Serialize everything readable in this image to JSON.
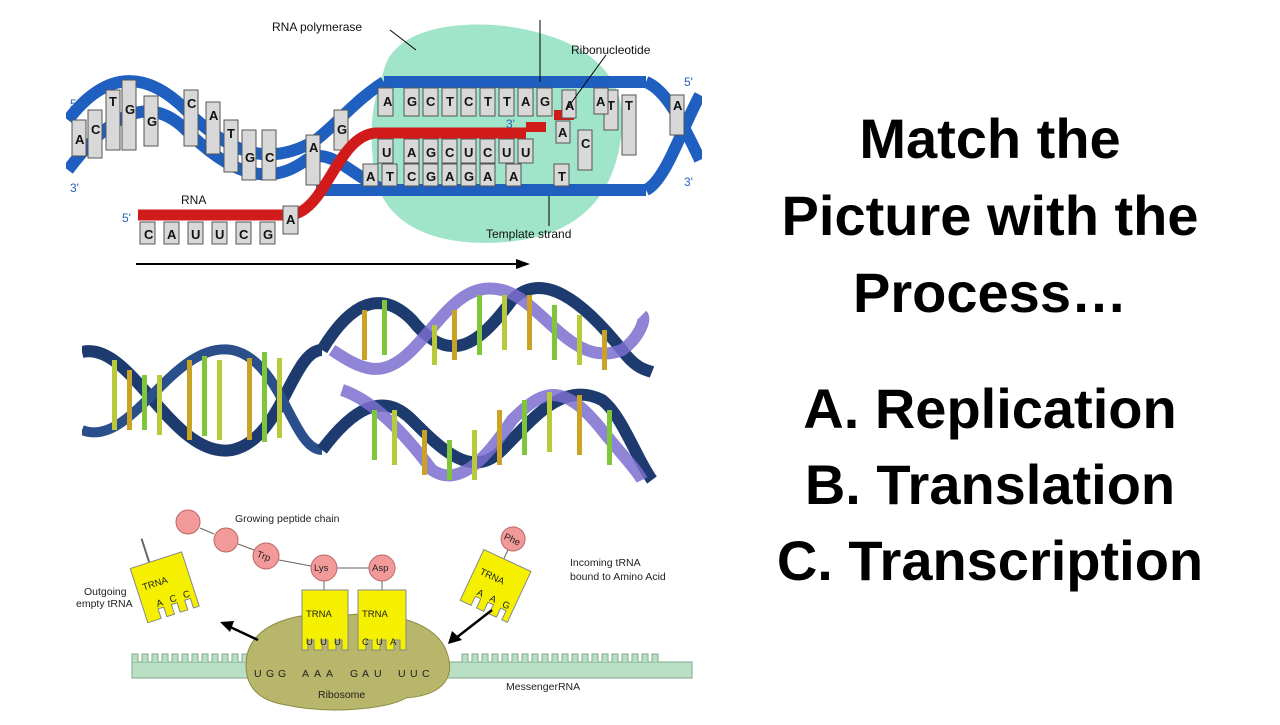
{
  "title_lines": [
    "Match the",
    "Picture with the",
    "Process…"
  ],
  "options": [
    "A. Replication",
    "B. Translation",
    "C. Transcription"
  ],
  "transcription": {
    "labels": {
      "rna_polymerase": "RNA polymerase",
      "ribonucleotide": "Ribonucleotide",
      "rna": "RNA",
      "template_strand": "Template strand",
      "five_prime_top_left": "5'",
      "three_prime_left": "3'",
      "five_prime_rna": "5'",
      "three_prime_rna": "3'",
      "five_prime_right": "5'",
      "three_prime_right": "3'"
    },
    "top_strand_bases": [
      "A",
      "G",
      "C",
      "T",
      "C",
      "T",
      "T",
      "A",
      "G"
    ],
    "rna_inside_bases": [
      "U",
      "A",
      "G",
      "C",
      "U",
      "C",
      "U",
      "U"
    ],
    "template_bases": [
      "A",
      "T",
      "C",
      "G",
      "A",
      "G",
      "A",
      "A",
      "T"
    ],
    "rna_tail_bases": [
      "C",
      "A",
      "U",
      "U",
      "C",
      "G",
      "A"
    ],
    "left_helix_bases": [
      "A",
      "C",
      "T",
      "G",
      "G",
      "C",
      "A",
      "T",
      "G",
      "C",
      "A",
      "G"
    ],
    "right_helix_bases": [
      "A",
      "C",
      "T",
      "T",
      "A"
    ],
    "ribonucleotide_bases": [
      "A",
      "A"
    ]
  },
  "translation": {
    "labels": {
      "growing_peptide_chain": "Growing peptide chain",
      "incoming_trna": "Incoming tRNA",
      "bound_to_amino_acid": "bound to Amino Acid",
      "outgoing": "Outgoing",
      "empty_trna": "empty tRNA",
      "ribosome": "Ribosome",
      "messenger_rna": "MessengerRNA"
    },
    "amino_acids": [
      "Trp",
      "Lys",
      "Asp",
      "Phe"
    ],
    "trna_label": "TRNA",
    "anticodons": {
      "outgoing": [
        "A",
        "C",
        "C"
      ],
      "p_site": [
        "U",
        "U",
        "U"
      ],
      "a_site": [
        "C",
        "U",
        "A"
      ],
      "incoming": [
        "A",
        "A",
        "G"
      ]
    },
    "mrna_sequence": [
      "U",
      "G",
      "G",
      "A",
      "A",
      "A",
      "G",
      "A",
      "U",
      "U",
      "U",
      "C"
    ]
  },
  "colors": {
    "helix_blue": "#1f5fc0",
    "rna_red": "#d11b1b",
    "polymerase_green": "#8fe0c0",
    "trna_yellow": "#f5f000",
    "ribosome_olive": "#b8b66a",
    "amino_acid_pink": "#f29a9a",
    "dna_navy": "#1d3b6e",
    "dna_purple": "#7b6fcf"
  }
}
